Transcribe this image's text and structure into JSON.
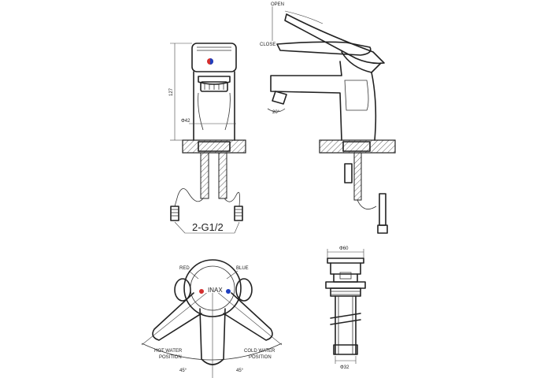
{
  "labels": {
    "open": "OPEN",
    "close": "CLOSE",
    "height": "127",
    "diameter_body": "Φ42",
    "angle_side": "20°",
    "thread": "2-G1/2",
    "red": "RED",
    "blue": "BLUE",
    "brand": "INAX",
    "hot_line1": "HOT WATER",
    "hot_line2": "POSITION",
    "cold_line1": "COLD WATER",
    "cold_line2": "POSITION",
    "angle_hot": "45°",
    "angle_cold": "45°",
    "drain_top_dia": "Φ60",
    "drain_bottom_dia": "Φ32"
  },
  "colors": {
    "line": "#222222",
    "hot_dot": "#d32f2f",
    "cold_dot": "#1e3fbf"
  }
}
